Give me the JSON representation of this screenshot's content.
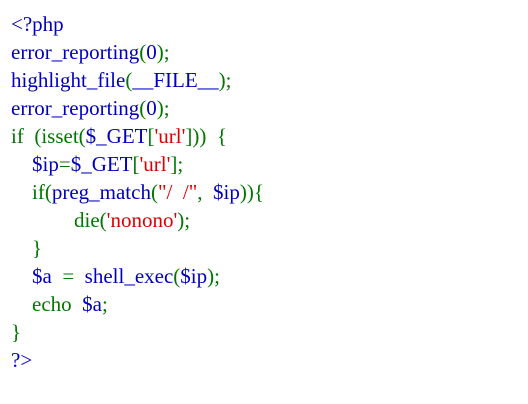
{
  "colors": {
    "default": "#000000",
    "blue": "#0000BB",
    "green": "#007700",
    "red": "#DD0000"
  },
  "code": {
    "lines": [
      [
        {
          "text": "<?php",
          "color": "#0000BB"
        }
      ],
      [
        {
          "text": "error_reporting",
          "color": "#0000BB"
        },
        {
          "text": "(",
          "color": "#007700"
        },
        {
          "text": "0",
          "color": "#0000BB"
        },
        {
          "text": ");",
          "color": "#007700"
        }
      ],
      [
        {
          "text": "highlight_file",
          "color": "#0000BB"
        },
        {
          "text": "(",
          "color": "#007700"
        },
        {
          "text": "__FILE__",
          "color": "#0000BB"
        },
        {
          "text": ");",
          "color": "#007700"
        }
      ],
      [
        {
          "text": "error_reporting",
          "color": "#0000BB"
        },
        {
          "text": "(",
          "color": "#007700"
        },
        {
          "text": "0",
          "color": "#0000BB"
        },
        {
          "text": ");",
          "color": "#007700"
        }
      ],
      [
        {
          "text": "if  (isset(",
          "color": "#007700"
        },
        {
          "text": "$_GET",
          "color": "#0000BB"
        },
        {
          "text": "[",
          "color": "#007700"
        },
        {
          "text": "'url'",
          "color": "#DD0000"
        },
        {
          "text": "]))  {",
          "color": "#007700"
        }
      ],
      [
        {
          "text": "    ",
          "color": "#0000BB"
        },
        {
          "text": "$ip",
          "color": "#0000BB"
        },
        {
          "text": "=",
          "color": "#007700"
        },
        {
          "text": "$_GET",
          "color": "#0000BB"
        },
        {
          "text": "[",
          "color": "#007700"
        },
        {
          "text": "'url'",
          "color": "#DD0000"
        },
        {
          "text": "];",
          "color": "#007700"
        }
      ],
      [
        {
          "text": "    if(",
          "color": "#007700"
        },
        {
          "text": "preg_match",
          "color": "#0000BB"
        },
        {
          "text": "(",
          "color": "#007700"
        },
        {
          "text": "\"/  /\"",
          "color": "#DD0000"
        },
        {
          "text": ",  ",
          "color": "#007700"
        },
        {
          "text": "$ip",
          "color": "#0000BB"
        },
        {
          "text": ")){",
          "color": "#007700"
        }
      ],
      [
        {
          "text": "            die(",
          "color": "#007700"
        },
        {
          "text": "'nonono'",
          "color": "#DD0000"
        },
        {
          "text": ");",
          "color": "#007700"
        }
      ],
      [
        {
          "text": "    }",
          "color": "#007700"
        }
      ],
      [
        {
          "text": "    ",
          "color": "#0000BB"
        },
        {
          "text": "$a  ",
          "color": "#0000BB"
        },
        {
          "text": "=  ",
          "color": "#007700"
        },
        {
          "text": "shell_exec",
          "color": "#0000BB"
        },
        {
          "text": "(",
          "color": "#007700"
        },
        {
          "text": "$ip",
          "color": "#0000BB"
        },
        {
          "text": ");",
          "color": "#007700"
        }
      ],
      [
        {
          "text": "    echo  ",
          "color": "#007700"
        },
        {
          "text": "$a",
          "color": "#0000BB"
        },
        {
          "text": ";",
          "color": "#007700"
        }
      ],
      [
        {
          "text": "}",
          "color": "#007700"
        }
      ],
      [
        {
          "text": "?>",
          "color": "#0000BB"
        }
      ]
    ]
  }
}
